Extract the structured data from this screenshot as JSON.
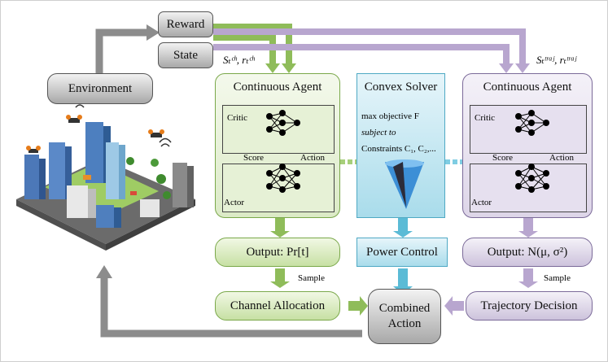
{
  "nodes": {
    "reward": "Reward",
    "state": "State",
    "environment": "Environment",
    "agent_ch": "Continuous Agent",
    "solver": "Convex Solver",
    "agent_traj": "Continuous Agent",
    "output_ch": "Output: Pr[t]",
    "power_control": "Power Control",
    "output_traj": "Output: N(μ, σ²)",
    "channel_allocation": "Channel Allocation",
    "combined_action": "Combined Action",
    "trajectory_decision": "Trajectory Decision"
  },
  "labels": {
    "state_ch": "Sₜᶜʰ, rₜᶜʰ",
    "state_traj": "Sₜᵗʳᵃʲ, rₜᵗʳᵃʲ",
    "critic": "Critic",
    "actor": "Actor",
    "score": "Score",
    "action": "Action",
    "sample": "Sample",
    "solver_line1": "max objective F",
    "solver_line2": "subject to",
    "solver_line3": "Constraints C₁, C₂,..."
  },
  "colors": {
    "green": "#8fbc5a",
    "blue": "#5bbbd6",
    "purple": "#b8a6cf",
    "gray": "#8c8c8c"
  },
  "icons": [
    "uav-drone-icon",
    "smart-city-icon",
    "neural-network-icon",
    "cone-solver-icon"
  ]
}
